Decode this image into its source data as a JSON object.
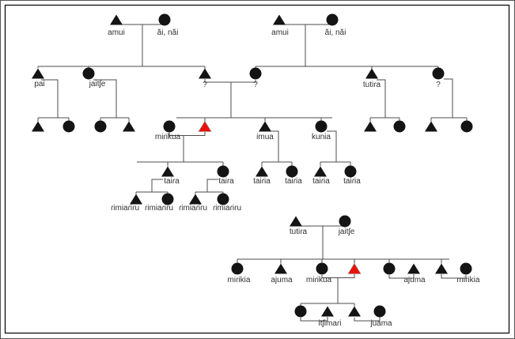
{
  "figure": {
    "kind": "kinship-diagram",
    "background": "#ffffff",
    "border_color": "#000000",
    "line_color": "#4d4d4d",
    "symbol_color": "#141414",
    "ego_color": "#e8120b",
    "legend": {
      "male_symbol": "triangle",
      "female_symbol": "circle",
      "ego_symbol": "red-triangle"
    }
  },
  "upper_tree": {
    "gen1": {
      "father_left": "amui",
      "mother_left": "ăi, năi",
      "father_right": "amui",
      "mother_right": "ăi, năi"
    },
    "gen2": {
      "pai": "pai",
      "jaitse": "jaitʃe",
      "unknown_husband": "?",
      "unknown_wife": "?",
      "tutira": "tutiɾa",
      "unknown_aunt": "?"
    },
    "gen3": {
      "mirikua": "miɾikua",
      "imua": "imua",
      "kunia": "kunia"
    },
    "gen4": {
      "taira_son": "taiɾa",
      "taira_daughter": "taiɾa",
      "tairia_1": "taiɾia",
      "tairia_2": "taiɾia",
      "tairia_3": "taiɾia",
      "tairia_4": "taiɾia"
    },
    "gen5": {
      "rimiariru_1": "ɾimiaɾiɾu",
      "rimiariru_2": "ɾimiaɾiɾu",
      "rimiariru_3": "ɾimiaɾiɾu",
      "rimiariru_4": "ɾimiaɾiɾu"
    }
  },
  "lower_tree": {
    "parents": {
      "tutira": "tutiɾa",
      "jaitse": "jaitʃe"
    },
    "children": {
      "mirikia": "miɾikia",
      "ajuma": "ajuma",
      "mirikua": "miɾikua"
    },
    "spouses": {
      "ajuma": "ajuma",
      "mirikia": "miɾikia"
    },
    "grandchildren_spouses": {
      "itshimari": "itʃimaɾi",
      "juama": "juama"
    }
  }
}
